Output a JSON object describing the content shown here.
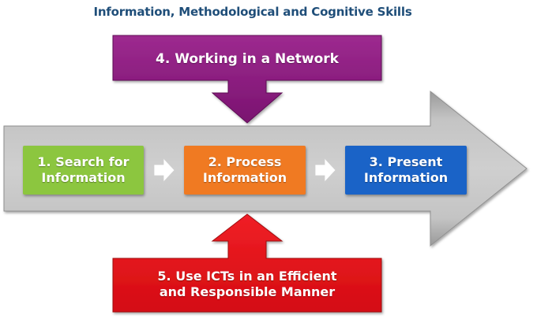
{
  "title": "Information, Methodological and Cognitive Skills",
  "steps": [
    {
      "line1": "1. Search for",
      "line2": "Information"
    },
    {
      "line1": "2. Process",
      "line2": "Information"
    },
    {
      "line1": "3. Present",
      "line2": "Information"
    }
  ],
  "network": {
    "label": "4. Working in a Network"
  },
  "ict": {
    "line1": "5. Use ICTs in an Efficient",
    "line2": "and Responsible Manner"
  },
  "colors": {
    "title": "#1f4e79",
    "main_arrow": "#b9b9b9",
    "search": "#8cc63f",
    "process": "#f07a22",
    "present": "#1a63c7",
    "network": "#8a1a7d",
    "ict": "#e8141b"
  }
}
